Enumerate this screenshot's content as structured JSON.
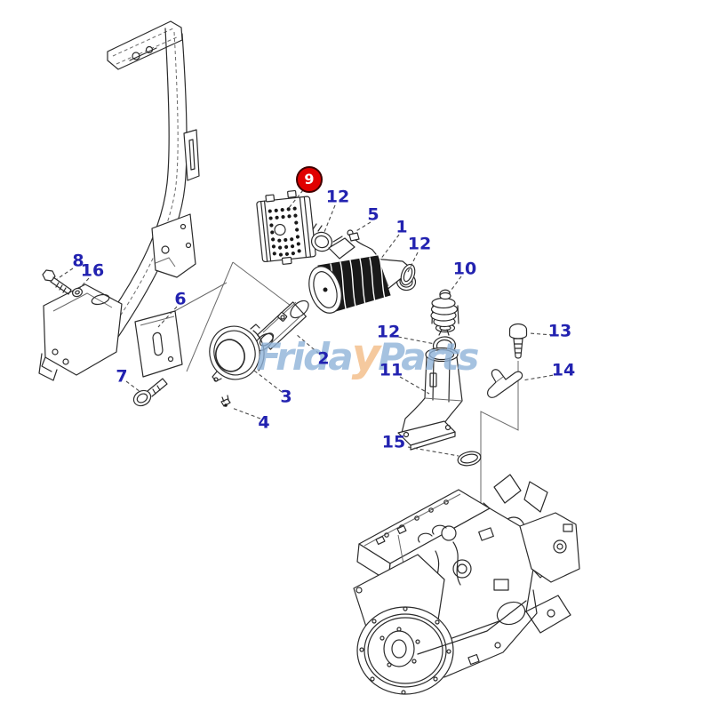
{
  "page": {
    "background": "#ffffff"
  },
  "watermark": {
    "text": "FridayParts",
    "segment1": "Frida",
    "accent": "y",
    "segment2": "Parts",
    "blue": "#8fb3d9",
    "orange": "#f3bc86"
  },
  "callout_color": "#2222b0",
  "badge": {
    "text": "9",
    "fill": "#e00000",
    "text_color": "#ffffff"
  },
  "labels": {
    "n1": "1",
    "n2": "2",
    "n3": "3",
    "n4": "4",
    "n5": "5",
    "n6": "6",
    "n7": "7",
    "n8": "8",
    "n10": "10",
    "n11": "11",
    "n12": "12",
    "n13": "13",
    "n14": "14",
    "n15": "15",
    "n16": "16"
  }
}
